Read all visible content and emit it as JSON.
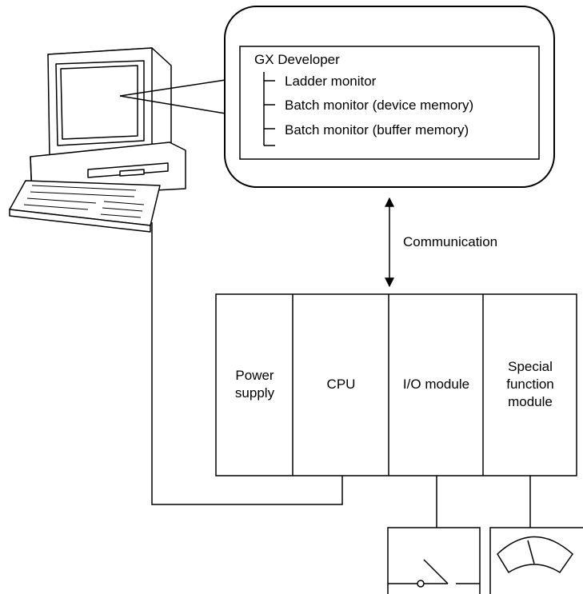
{
  "callout": {
    "title": "GX Developer",
    "items": [
      "Ladder monitor",
      "Batch monitor (device memory)",
      "Batch monitor (buffer memory)"
    ]
  },
  "link_label": "Communication",
  "plc_rack": {
    "modules": [
      {
        "lines": [
          "Power",
          "supply"
        ]
      },
      {
        "lines": [
          "CPU"
        ]
      },
      {
        "lines": [
          "I/O module"
        ]
      },
      {
        "lines": [
          "Special",
          "function",
          "module"
        ]
      }
    ]
  },
  "icons": [
    "personal-computer-icon",
    "switch-icon",
    "analog-meter-icon"
  ]
}
